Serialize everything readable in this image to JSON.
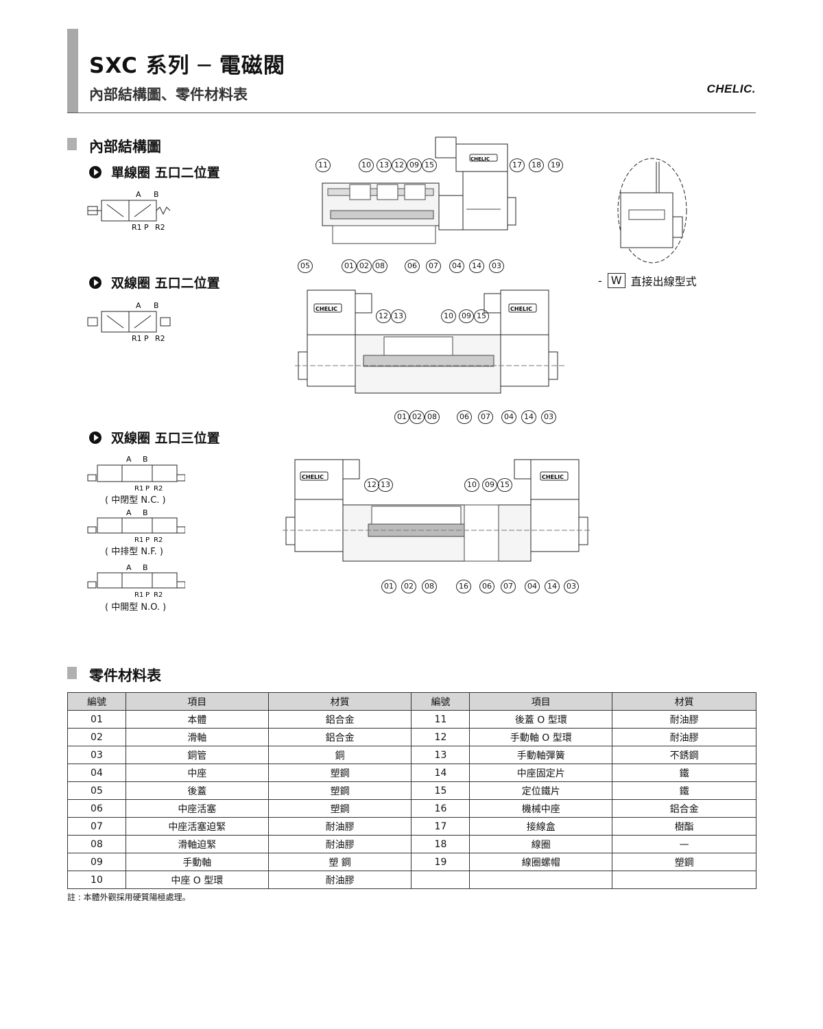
{
  "header": {
    "title": "SXC 系列 ─ 電磁閥",
    "subtitle": "內部結構圖、零件材料表",
    "brand": "CHELIC."
  },
  "section1": {
    "title": "內部結構圖",
    "subsections": [
      {
        "label": "單線圈 五口二位置"
      },
      {
        "label": "双線圈 五口二位置"
      },
      {
        "label": "双線圈 五口三位置"
      }
    ],
    "captions": {
      "nc": "( 中閉型 N.C. )",
      "nf": "( 中排型 N.F. )",
      "no": "( 中開型 N.O. )"
    },
    "port_labels": {
      "a": "A",
      "b": "B",
      "r1": "R1",
      "p": "P",
      "r2": "R2"
    },
    "coil_brand": "CHELIC",
    "w_option": {
      "prefix": "-",
      "code": "W",
      "label": "直接出線型式"
    }
  },
  "callouts": {
    "d1_top": [
      "11",
      "10",
      "13",
      "12",
      "09",
      "15",
      "17",
      "18",
      "19"
    ],
    "d1_bottom": [
      "05",
      "01",
      "02",
      "08",
      "06",
      "07",
      "04",
      "14",
      "03"
    ],
    "d2_top": [
      "12",
      "13",
      "10",
      "09",
      "15"
    ],
    "d2_bottom": [
      "01",
      "02",
      "08",
      "06",
      "07",
      "04",
      "14",
      "03"
    ],
    "d3_top": [
      "12",
      "13",
      "10",
      "09",
      "15"
    ],
    "d3_bottom": [
      "01",
      "02",
      "08",
      "16",
      "06",
      "07",
      "04",
      "14",
      "03"
    ]
  },
  "section2": {
    "title": "零件材料表",
    "headers": [
      "編號",
      "項目",
      "材質",
      "編號",
      "項目",
      "材質"
    ],
    "rows": [
      [
        "01",
        "本體",
        "鋁合金",
        "11",
        "後蓋 O 型環",
        "耐油膠"
      ],
      [
        "02",
        "滑軸",
        "鋁合金",
        "12",
        "手動軸 O 型環",
        "耐油膠"
      ],
      [
        "03",
        "銅管",
        "銅",
        "13",
        "手動軸彈簧",
        "不銹鋼"
      ],
      [
        "04",
        "中座",
        "塑鋼",
        "14",
        "中座固定片",
        "鐵"
      ],
      [
        "05",
        "後蓋",
        "塑鋼",
        "15",
        "定位鐵片",
        "鐵"
      ],
      [
        "06",
        "中座活塞",
        "塑鋼",
        "16",
        "機械中座",
        "鋁合金"
      ],
      [
        "07",
        "中座活塞迫緊",
        "耐油膠",
        "17",
        "接線盒",
        "樹酯"
      ],
      [
        "08",
        "滑軸迫緊",
        "耐油膠",
        "18",
        "線圈",
        "—"
      ],
      [
        "09",
        "手動軸",
        "塑 鋼",
        "19",
        "線圈螺帽",
        "塑鋼"
      ],
      [
        "10",
        "中座 O 型環",
        "耐油膠",
        "",
        "",
        ""
      ]
    ],
    "note": "註 : 本體外觀採用硬質陽極處理。"
  }
}
